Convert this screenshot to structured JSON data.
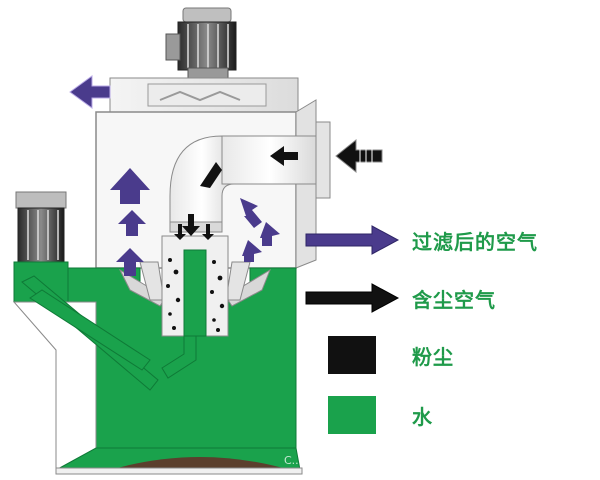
{
  "colors": {
    "water": "#1aa24c",
    "clean_air": "#4a3b8c",
    "dust_air": "#111111",
    "dust": "#111111",
    "outline": "#8a8a8a",
    "label_text": "#1f9a4a",
    "sludge": "#5b3f2d"
  },
  "legend": [
    {
      "id": "clean-air",
      "label": "过滤后的空气",
      "symbol": "arrow",
      "color": "#4a3b8c"
    },
    {
      "id": "dust-air",
      "label": "含尘空气",
      "symbol": "arrow",
      "color": "#111111"
    },
    {
      "id": "dust",
      "label": "粉尘",
      "symbol": "square",
      "color": "#111111"
    },
    {
      "id": "water",
      "label": "水",
      "symbol": "square",
      "color": "#1aa24c"
    }
  ],
  "watermark": "C..."
}
